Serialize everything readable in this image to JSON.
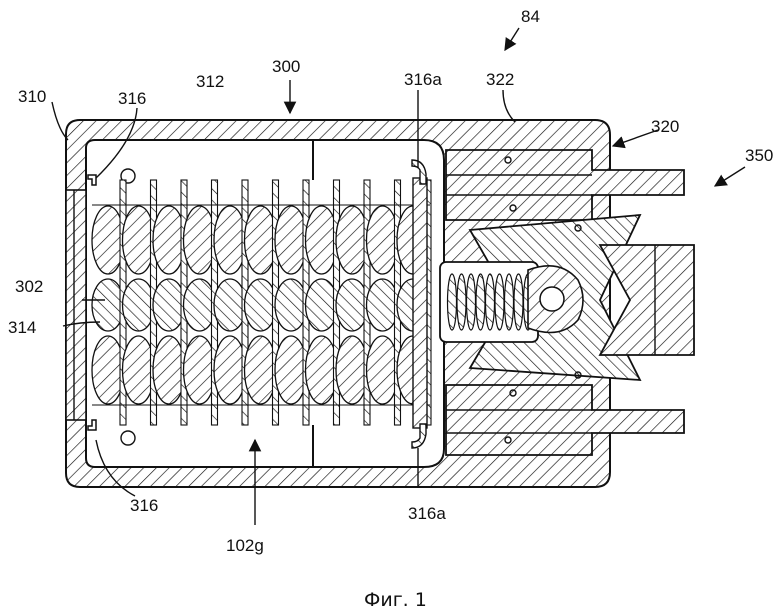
{
  "figure": {
    "caption": "Фиг. 1",
    "labels": {
      "l84": "84",
      "l300": "300",
      "l302": "302",
      "l310": "310",
      "l312": "312",
      "l314": "314",
      "l316_top": "316",
      "l316_bottom": "316",
      "l316a_top": "316a",
      "l316a_bottom": "316a",
      "l320": "320",
      "l322": "322",
      "l350": "350",
      "l102g": "102g"
    }
  }
}
